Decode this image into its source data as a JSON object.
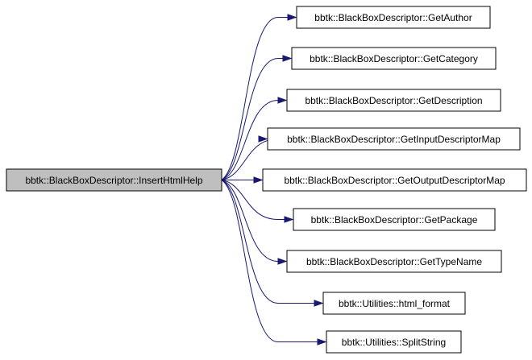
{
  "colors": {
    "root_fill": "#bfbfbf",
    "node_fill": "#ffffff",
    "node_border": "#000000",
    "edge": "#191970"
  },
  "root": {
    "label": "bbtk::BlackBoxDescriptor::InsertHtmlHelp"
  },
  "callees": [
    {
      "label": "bbtk::BlackBoxDescriptor::GetAuthor"
    },
    {
      "label": "bbtk::BlackBoxDescriptor::GetCategory"
    },
    {
      "label": "bbtk::BlackBoxDescriptor::GetDescription"
    },
    {
      "label": "bbtk::BlackBoxDescriptor::GetInputDescriptorMap"
    },
    {
      "label": "bbtk::BlackBoxDescriptor::GetOutputDescriptorMap"
    },
    {
      "label": "bbtk::BlackBoxDescriptor::GetPackage"
    },
    {
      "label": "bbtk::BlackBoxDescriptor::GetTypeName"
    },
    {
      "label": "bbtk::Utilities::html_format"
    },
    {
      "label": "bbtk::Utilities::SplitString"
    }
  ]
}
